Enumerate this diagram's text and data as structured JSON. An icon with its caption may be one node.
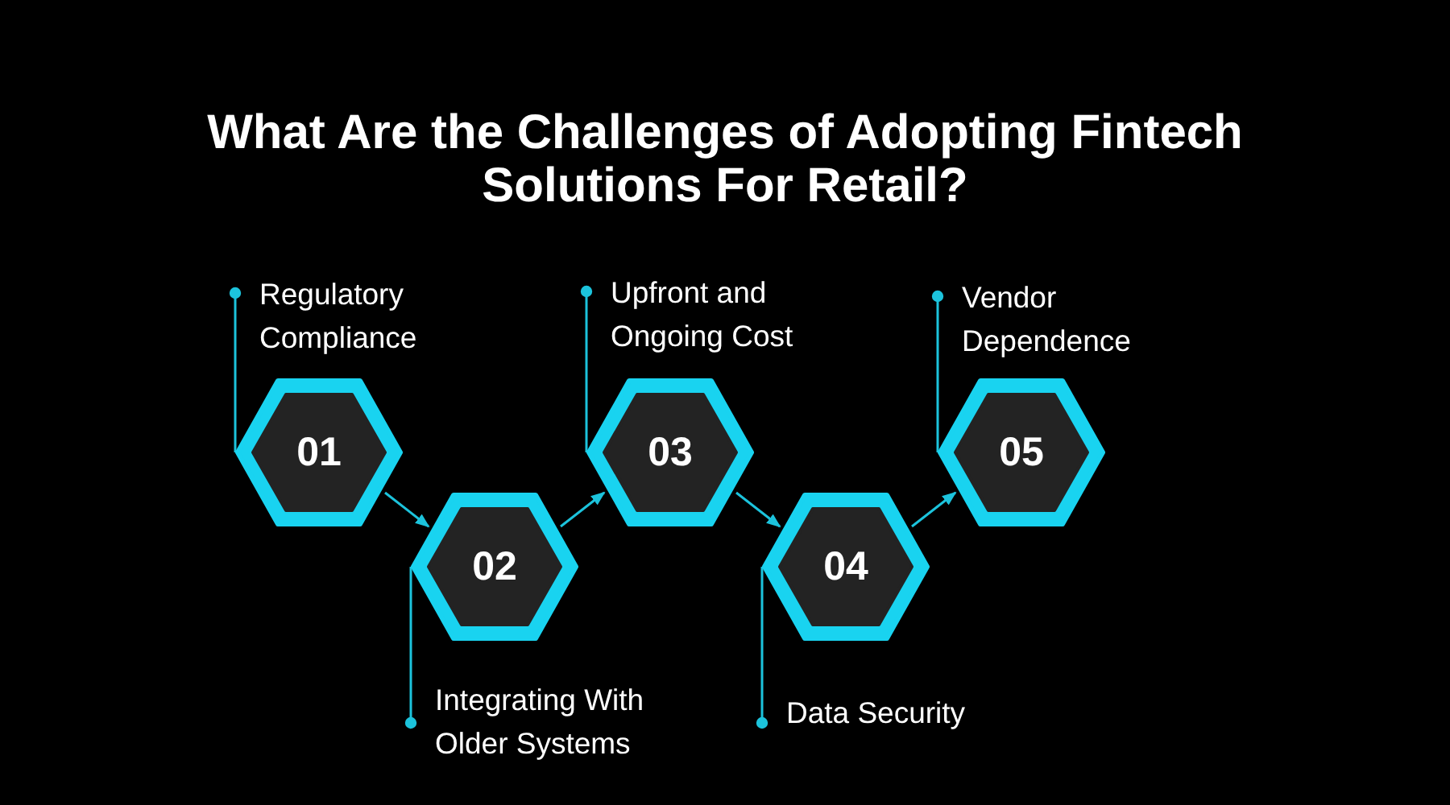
{
  "diagram": {
    "title": "What Are the Challenges of Adopting Fintech Solutions For Retail?",
    "nodes": [
      {
        "text": [
          "Regulatory Compliance"
        ]
      },
      {
        "text": [
          "01"
        ]
      },
      {
        "text": [
          "02"
        ]
      },
      {
        "text": [
          "Integrating With Older Systems"
        ]
      },
      {
        "text": [
          "Upfront and Ongoing Cost"
        ]
      },
      {
        "text": [
          "03"
        ]
      },
      {
        "text": [
          "04"
        ]
      },
      {
        "text": [
          "Data Security"
        ]
      },
      {
        "text": [
          "Vendor Dependence"
        ]
      },
      {
        "text": [
          "05"
        ]
      }
    ],
    "edges": [
      {
        "from": 1,
        "to": 2,
        "arrow": "to"
      },
      {
        "from": 2,
        "to": 5,
        "arrow": "to"
      },
      {
        "from": 5,
        "to": 6,
        "arrow": "to"
      },
      {
        "from": 6,
        "to": 9,
        "arrow": "to"
      },
      {
        "from": 0,
        "to": 1,
        "arrow": "other"
      },
      {
        "from": 3,
        "to": 2,
        "arrow": "other"
      },
      {
        "from": 4,
        "to": 5,
        "arrow": "other"
      },
      {
        "from": 7,
        "to": 6,
        "arrow": "other"
      },
      {
        "from": 8,
        "to": 9,
        "arrow": "other"
      }
    ]
  }
}
